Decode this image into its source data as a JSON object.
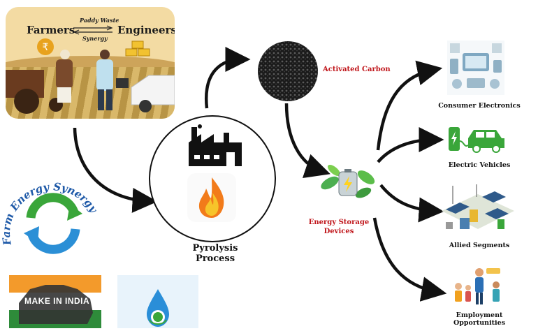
{
  "farm_panel": {
    "left_title": "Farmers",
    "right_title": "Engineers",
    "top_note": "Paddy Waste",
    "bottom_note": "Synergy"
  },
  "center": {
    "process_label": "Pyrolysis Process"
  },
  "products": {
    "activated_carbon": "Activated Carbon",
    "energy_storage": "Energy Storage\nDevices"
  },
  "applications": [
    {
      "label": "Consumer Electronics",
      "icon": "electronics-icon"
    },
    {
      "label": "Electric Vehicles",
      "icon": "ev-charger-icon"
    },
    {
      "label": "Allied Segments",
      "icon": "solar-farm-icon"
    },
    {
      "label": "Employment\nOpportunities",
      "icon": "people-icon"
    }
  ],
  "logos": {
    "synergy_text": "Farm Energy Synergy",
    "make_in_india": "MAKE IN INDIA"
  },
  "colors": {
    "label_red": "#c0161b",
    "synergy_blue": "#1f5aa8",
    "arrow_green": "#3aa63a",
    "arrow_blue": "#2b8fd6"
  }
}
